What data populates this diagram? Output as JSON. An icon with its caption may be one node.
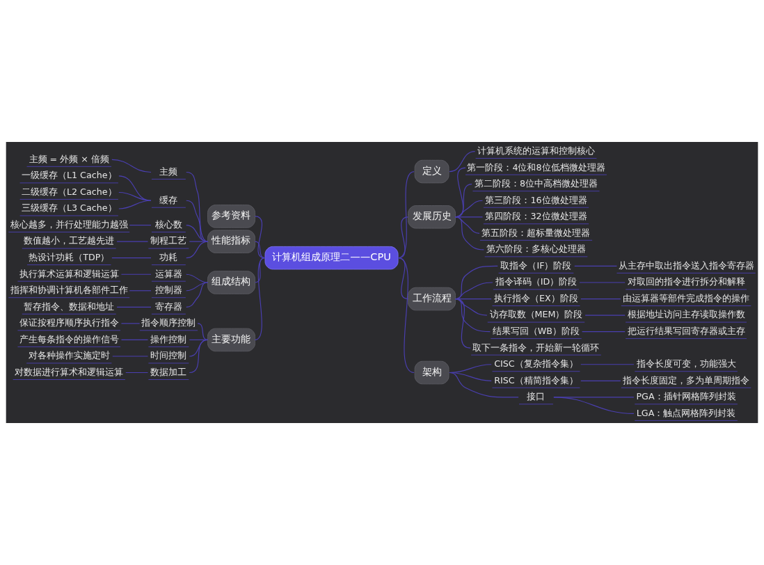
{
  "diagram": {
    "nodes": [
      {
        "text": [
          "计算机组成原理二——CPU"
        ]
      },
      {
        "text": [
          "定义"
        ]
      },
      {
        "text": [
          "计算机系统的运算和控制核心"
        ]
      },
      {
        "text": [
          "发展历史"
        ]
      },
      {
        "text": [
          "第一阶段：4位和8位低档微处理器"
        ]
      },
      {
        "text": [
          "第二阶段：8位中高档微处理器"
        ]
      },
      {
        "text": [
          "第三阶段：16位微处理器"
        ]
      },
      {
        "text": [
          "第四阶段：32位微处理器"
        ]
      },
      {
        "text": [
          "第五阶段：超标量微处理器"
        ]
      },
      {
        "text": [
          "第六阶段：多核心处理器"
        ]
      },
      {
        "text": [
          "工作流程"
        ]
      },
      {
        "text": [
          "取指令（IF）阶段"
        ]
      },
      {
        "text": [
          "从主存中取出指令送入指令寄存器"
        ]
      },
      {
        "text": [
          "指令译码（ID）阶段"
        ]
      },
      {
        "text": [
          "对取回的指令进行拆分和解释"
        ]
      },
      {
        "text": [
          "执行指令（EX）阶段"
        ]
      },
      {
        "text": [
          "由运算器等部件完成指令的操作"
        ]
      },
      {
        "text": [
          "访存取数（MEM）阶段"
        ]
      },
      {
        "text": [
          "根据地址访问主存读取操作数"
        ]
      },
      {
        "text": [
          "结果写回（WB）阶段"
        ]
      },
      {
        "text": [
          "把运行结果写回寄存器或主存"
        ]
      },
      {
        "text": [
          "取下一条指令，开始新一轮循环"
        ]
      },
      {
        "text": [
          "架构"
        ]
      },
      {
        "text": [
          "CISC（复杂指令集）"
        ]
      },
      {
        "text": [
          "指令长度可变，功能强大"
        ]
      },
      {
        "text": [
          "RISC（精简指令集）"
        ]
      },
      {
        "text": [
          "指令长度固定，多为单周期指令"
        ]
      },
      {
        "text": [
          "接口"
        ]
      },
      {
        "text": [
          "PGA：插针网格阵列封装"
        ]
      },
      {
        "text": [
          "LGA：触点网格阵列封装"
        ]
      },
      {
        "text": [
          "参考资料"
        ]
      },
      {
        "text": [
          "性能指标"
        ]
      },
      {
        "text": [
          "主频"
        ]
      },
      {
        "text": [
          "主频 = 外频 × 倍频"
        ]
      },
      {
        "text": [
          "缓存"
        ]
      },
      {
        "text": [
          "一级缓存（L1 Cache）"
        ]
      },
      {
        "text": [
          "二级缓存（L2 Cache）"
        ]
      },
      {
        "text": [
          "三级缓存（L3 Cache）"
        ]
      },
      {
        "text": [
          "核心数"
        ]
      },
      {
        "text": [
          "核心越多，并行处理能力越强"
        ]
      },
      {
        "text": [
          "制程工艺"
        ]
      },
      {
        "text": [
          "数值越小，工艺越先进"
        ]
      },
      {
        "text": [
          "功耗"
        ]
      },
      {
        "text": [
          "热设计功耗（TDP）"
        ]
      },
      {
        "text": [
          "组成结构"
        ]
      },
      {
        "text": [
          "运算器"
        ]
      },
      {
        "text": [
          "执行算术运算和逻辑运算"
        ]
      },
      {
        "text": [
          "控制器"
        ]
      },
      {
        "text": [
          "指挥和协调计算机各部件工作"
        ]
      },
      {
        "text": [
          "寄存器"
        ]
      },
      {
        "text": [
          "暂存指令、数据和地址"
        ]
      },
      {
        "text": [
          "主要功能"
        ]
      },
      {
        "text": [
          "指令顺序控制"
        ]
      },
      {
        "text": [
          "保证按程序顺序执行指令"
        ]
      },
      {
        "text": [
          "操作控制"
        ]
      },
      {
        "text": [
          "产生每条指令的操作信号"
        ]
      },
      {
        "text": [
          "时间控制"
        ]
      },
      {
        "text": [
          "对各种操作实施定时"
        ]
      },
      {
        "text": [
          "数据加工"
        ]
      },
      {
        "text": [
          "对数据进行算术和逻辑运算"
        ]
      }
    ],
    "edges": [
      {
        "from": 0,
        "to": 1,
        "arrow": "none"
      },
      {
        "from": 1,
        "to": 2,
        "arrow": "none"
      },
      {
        "from": 0,
        "to": 3,
        "arrow": "none"
      },
      {
        "from": 3,
        "to": 4,
        "arrow": "none"
      },
      {
        "from": 3,
        "to": 5,
        "arrow": "none"
      },
      {
        "from": 3,
        "to": 6,
        "arrow": "none"
      },
      {
        "from": 3,
        "to": 7,
        "arrow": "none"
      },
      {
        "from": 3,
        "to": 8,
        "arrow": "none"
      },
      {
        "from": 3,
        "to": 9,
        "arrow": "none"
      },
      {
        "from": 0,
        "to": 10,
        "arrow": "none"
      },
      {
        "from": 10,
        "to": 11,
        "arrow": "none"
      },
      {
        "from": 11,
        "to": 12,
        "arrow": "none"
      },
      {
        "from": 10,
        "to": 13,
        "arrow": "none"
      },
      {
        "from": 13,
        "to": 14,
        "arrow": "none"
      },
      {
        "from": 10,
        "to": 15,
        "arrow": "none"
      },
      {
        "from": 15,
        "to": 16,
        "arrow": "none"
      },
      {
        "from": 10,
        "to": 17,
        "arrow": "none"
      },
      {
        "from": 17,
        "to": 18,
        "arrow": "none"
      },
      {
        "from": 10,
        "to": 19,
        "arrow": "none"
      },
      {
        "from": 19,
        "to": 20,
        "arrow": "none"
      },
      {
        "from": 10,
        "to": 21,
        "arrow": "none"
      },
      {
        "from": 0,
        "to": 22,
        "arrow": "none"
      },
      {
        "from": 22,
        "to": 23,
        "arrow": "none"
      },
      {
        "from": 23,
        "to": 24,
        "arrow": "none"
      },
      {
        "from": 22,
        "to": 25,
        "arrow": "none"
      },
      {
        "from": 25,
        "to": 26,
        "arrow": "none"
      },
      {
        "from": 22,
        "to": 27,
        "arrow": "none"
      },
      {
        "from": 27,
        "to": 28,
        "arrow": "none"
      },
      {
        "from": 27,
        "to": 29,
        "arrow": "none"
      },
      {
        "from": 30,
        "to": 0,
        "arrow": "none"
      },
      {
        "from": 31,
        "to": 0,
        "arrow": "none"
      },
      {
        "from": 32,
        "to": 31,
        "arrow": "none"
      },
      {
        "from": 33,
        "to": 32,
        "arrow": "none"
      },
      {
        "from": 34,
        "to": 31,
        "arrow": "none"
      },
      {
        "from": 35,
        "to": 34,
        "arrow": "none"
      },
      {
        "from": 36,
        "to": 34,
        "arrow": "none"
      },
      {
        "from": 37,
        "to": 34,
        "arrow": "none"
      },
      {
        "from": 38,
        "to": 31,
        "arrow": "none"
      },
      {
        "from": 39,
        "to": 38,
        "arrow": "none"
      },
      {
        "from": 40,
        "to": 31,
        "arrow": "none"
      },
      {
        "from": 41,
        "to": 40,
        "arrow": "none"
      },
      {
        "from": 42,
        "to": 31,
        "arrow": "none"
      },
      {
        "from": 43,
        "to": 42,
        "arrow": "none"
      },
      {
        "from": 44,
        "to": 0,
        "arrow": "none"
      },
      {
        "from": 45,
        "to": 44,
        "arrow": "none"
      },
      {
        "from": 46,
        "to": 45,
        "arrow": "none"
      },
      {
        "from": 47,
        "to": 44,
        "arrow": "none"
      },
      {
        "from": 48,
        "to": 47,
        "arrow": "none"
      },
      {
        "from": 49,
        "to": 44,
        "arrow": "none"
      },
      {
        "from": 50,
        "to": 49,
        "arrow": "none"
      },
      {
        "from": 51,
        "to": 0,
        "arrow": "none"
      },
      {
        "from": 52,
        "to": 51,
        "arrow": "none"
      },
      {
        "from": 53,
        "to": 52,
        "arrow": "none"
      },
      {
        "from": 54,
        "to": 51,
        "arrow": "none"
      },
      {
        "from": 55,
        "to": 54,
        "arrow": "none"
      },
      {
        "from": 56,
        "to": 51,
        "arrow": "none"
      },
      {
        "from": 57,
        "to": 56,
        "arrow": "none"
      },
      {
        "from": 58,
        "to": 51,
        "arrow": "none"
      },
      {
        "from": 59,
        "to": 58,
        "arrow": "none"
      }
    ]
  }
}
